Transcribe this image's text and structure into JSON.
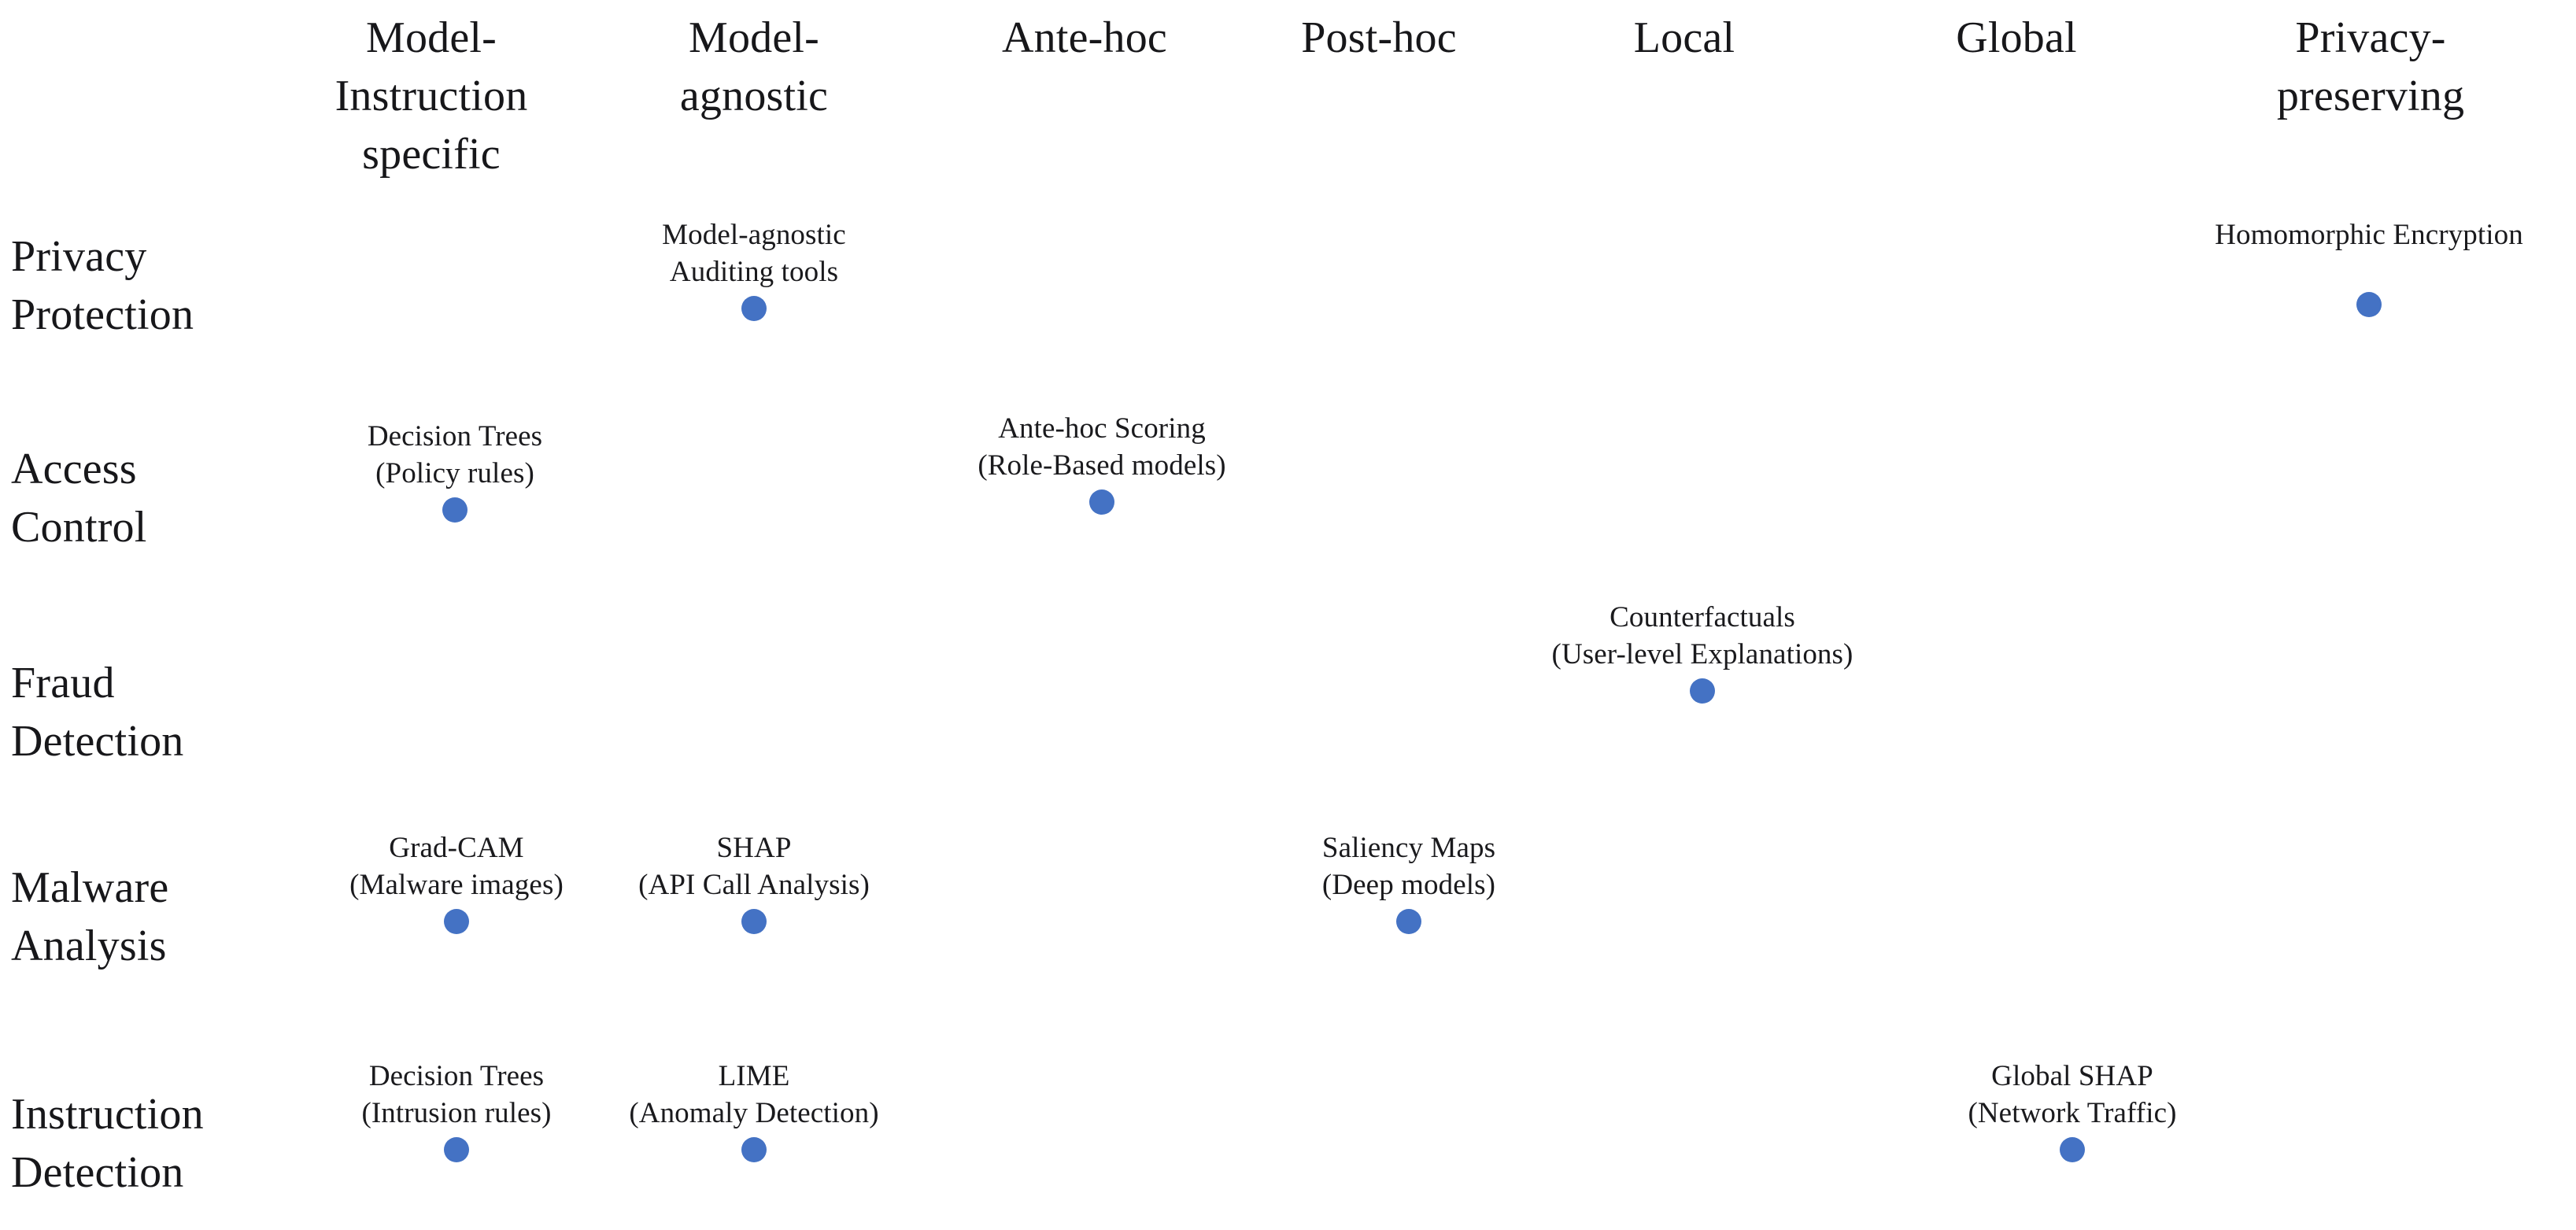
{
  "chart_data": {
    "type": "table",
    "title": "",
    "xlabel": "",
    "ylabel": "",
    "legend": [],
    "grid": false,
    "marker_color": "#4472C4",
    "marker_shape": "circle",
    "columns": [
      "Model-Instruction specific",
      "Model-agnostic",
      "Ante-hoc",
      "Post-hoc",
      "Local",
      "Global",
      "Privacy-preserving"
    ],
    "rows": [
      "Privacy Protection",
      "Access Control",
      "Fraud Detection",
      "Malware Analysis",
      "Instruction Detection"
    ],
    "points": [
      {
        "row": "Privacy Protection",
        "column": "Model-agnostic",
        "label": "Model-agnostic\nAuditing tools"
      },
      {
        "row": "Privacy Protection",
        "column": "Privacy-preserving",
        "label": "Homomorphic Encryption"
      },
      {
        "row": "Access Control",
        "column": "Model-Instruction specific",
        "label": "Decision Trees\n(Policy rules)"
      },
      {
        "row": "Access Control",
        "column": "Ante-hoc",
        "label": "Ante-hoc Scoring\n(Role-Based models)"
      },
      {
        "row": "Fraud Detection",
        "column": "Local",
        "label": "Counterfactuals\n(User-level Explanations)"
      },
      {
        "row": "Malware Analysis",
        "column": "Model-Instruction specific",
        "label": "Grad-CAM\n(Malware images)"
      },
      {
        "row": "Malware Analysis",
        "column": "Model-agnostic",
        "label": "SHAP\n(API Call Analysis)"
      },
      {
        "row": "Malware Analysis",
        "column": "Post-hoc",
        "label": "Saliency Maps\n(Deep models)"
      },
      {
        "row": "Instruction Detection",
        "column": "Model-Instruction specific",
        "label": "Decision Trees\n(Intrusion rules)"
      },
      {
        "row": "Instruction Detection",
        "column": "Model-agnostic",
        "label": "LIME\n(Anomaly Detection)"
      },
      {
        "row": "Instruction Detection",
        "column": "Global",
        "label": "Global SHAP\n(Network Traffic)"
      }
    ]
  },
  "headers": [
    {
      "label": "Model-\nInstruction\nspecific"
    },
    {
      "label": "Model-\nagnostic"
    },
    {
      "label": "Ante-hoc"
    },
    {
      "label": "Post-hoc"
    },
    {
      "label": "Local"
    },
    {
      "label": "Global"
    },
    {
      "label": "Privacy-\npreserving"
    }
  ],
  "row_labels": [
    {
      "label": "Privacy\nProtection"
    },
    {
      "label": "Access\nControl"
    },
    {
      "label": "Fraud\nDetection"
    },
    {
      "label": "Malware\nAnalysis"
    },
    {
      "label": "Instruction\nDetection"
    }
  ],
  "cells": [
    {
      "label": "Model-agnostic\nAuditing tools"
    },
    {
      "label": "Homomorphic Encryption"
    },
    {
      "label": "Decision Trees\n(Policy rules)"
    },
    {
      "label": "Ante-hoc Scoring\n(Role-Based models)"
    },
    {
      "label": "Counterfactuals\n(User-level Explanations)"
    },
    {
      "label": "Grad-CAM\n(Malware images)"
    },
    {
      "label": "SHAP\n(API Call Analysis)"
    },
    {
      "label": "Saliency Maps\n(Deep models)"
    },
    {
      "label": "Decision Trees\n(Intrusion rules)"
    },
    {
      "label": "LIME\n(Anomaly Detection)"
    },
    {
      "label": "Global SHAP\n(Network Traffic)"
    }
  ],
  "colors": {
    "marker": "#4472C4",
    "text": "#17171A",
    "background": "#FFFFFF"
  }
}
